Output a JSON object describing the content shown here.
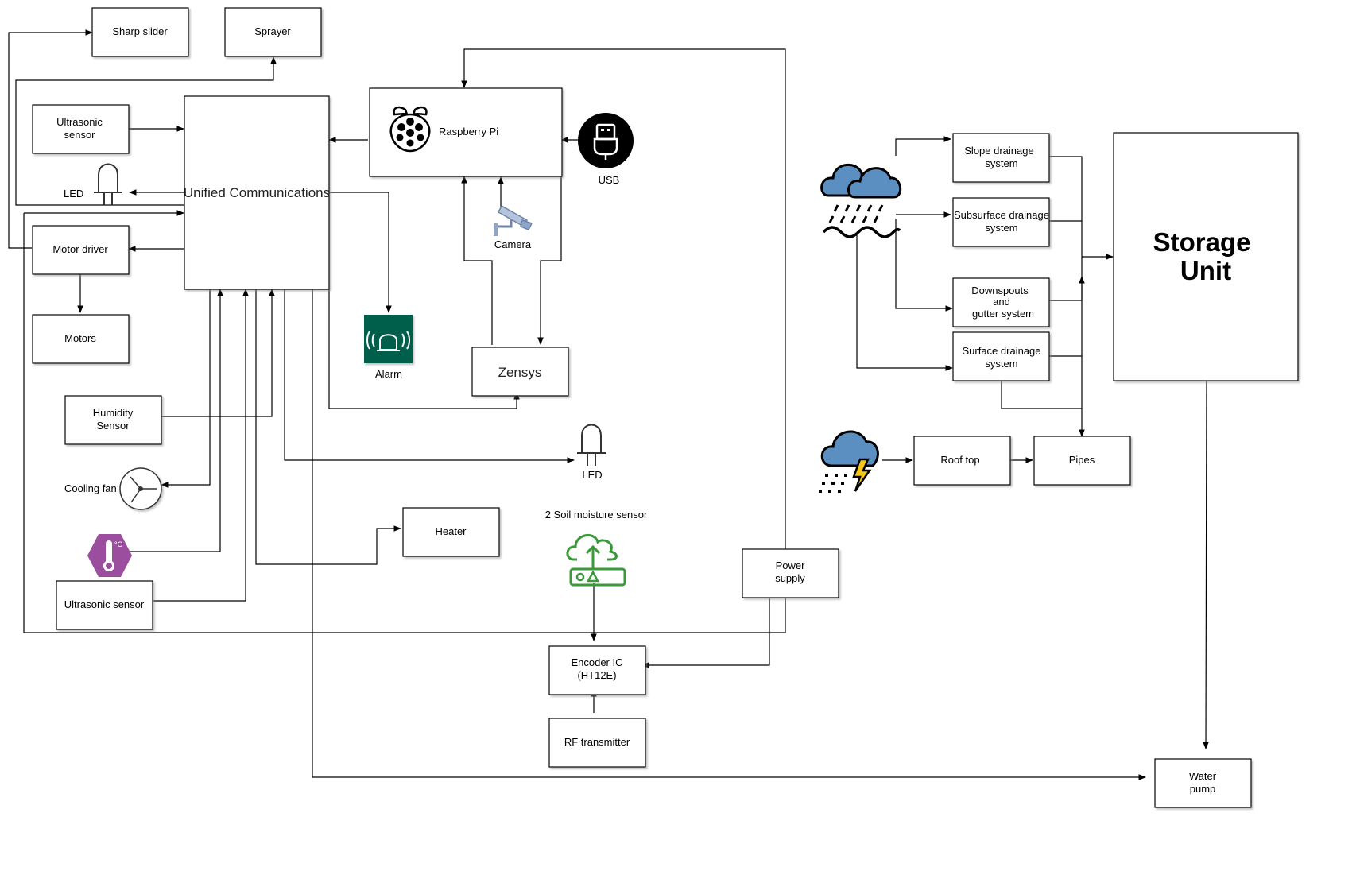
{
  "blocks": {
    "sharp_slider": "Sharp slider",
    "sprayer": "Sprayer",
    "ultrasonic_sensor_top": [
      "Ultrasonic",
      "sensor"
    ],
    "unified_communications": "Unified Communications",
    "raspberry_pi": "Raspberry Pi",
    "usb": "USB",
    "camera": "Camera",
    "led_left": "LED",
    "motor_driver": "Motor driver",
    "motors": "Motors",
    "alarm": "Alarm",
    "zensys": "Zensys",
    "humidity_sensor": [
      "Humidity",
      "Sensor"
    ],
    "led_center": "LED",
    "cooling_fan": "Cooling fan",
    "heater": "Heater",
    "soil_moisture_sensor": "2 Soil  moisture sensor",
    "ultrasonic_sensor_bottom": "Ultrasonic sensor",
    "power_supply": [
      "Power",
      "supply"
    ],
    "encoder_ic": [
      "Encoder IC",
      "(HT12E)"
    ],
    "rf_transmitter": "RF transmitter",
    "water_pump": [
      "Water",
      "pump"
    ]
  },
  "drainage": {
    "slope": [
      "Slope drainage",
      "system"
    ],
    "subsurface": [
      "Subsurface drainage",
      "system"
    ],
    "downspouts": [
      "Downspouts",
      "and",
      "gutter system"
    ],
    "surface": [
      "Surface drainage",
      "system"
    ],
    "roof_top": "Roof top",
    "pipes": "Pipes",
    "storage_unit": [
      "Storage",
      "Unit"
    ]
  },
  "colors": {
    "alarm_bg": "#005f4b",
    "sensor_hex": "#9b4d9e",
    "soil_icon": "#3a9a3a",
    "cloud_fill": "#5b8fc2",
    "bolt": "#f5c518",
    "camera": "#8ea4c8"
  },
  "icons": [
    "raspberry-pi-logo-icon",
    "usb-icon",
    "camera-icon",
    "led-icon",
    "alarm-icon",
    "cooling-fan-icon",
    "temperature-sensor-icon",
    "soil-moisture-cloud-icon",
    "rain-cloud-icon",
    "storm-cloud-icon"
  ]
}
